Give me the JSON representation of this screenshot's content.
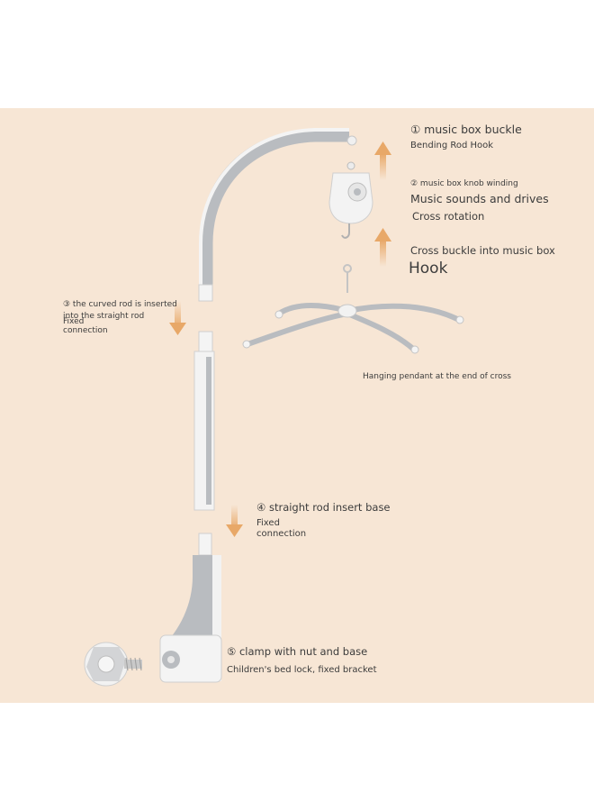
{
  "labels": {
    "step1_title": "① music box buckle",
    "step1_sub": "Bending Rod Hook",
    "step2_title": "② music box knob winding",
    "step2_line1": "Music sounds and drives",
    "step2_line2": "Cross rotation",
    "step3_line1": "Cross buckle into music box",
    "step3_line2": "Hook",
    "pendant": "Hanging pendant at the end of cross",
    "step4_line1": "③ the curved rod is inserted",
    "step4_line2": "into the straight rod",
    "step4_line3": "Fixed",
    "step4_line4": "connection",
    "step5_title": "④ straight rod insert base",
    "step5_line1": "Fixed",
    "step5_line2": "connection",
    "step6_title": "⑤ clamp with nut and base",
    "step6_sub": "Children's bed lock, fixed bracket"
  },
  "colors": {
    "background": "#f7e6d5",
    "arrow": "#e8a868",
    "part_white": "#f4f4f4",
    "part_gray": "#b9bcc0",
    "text": "#3c3c3c"
  }
}
